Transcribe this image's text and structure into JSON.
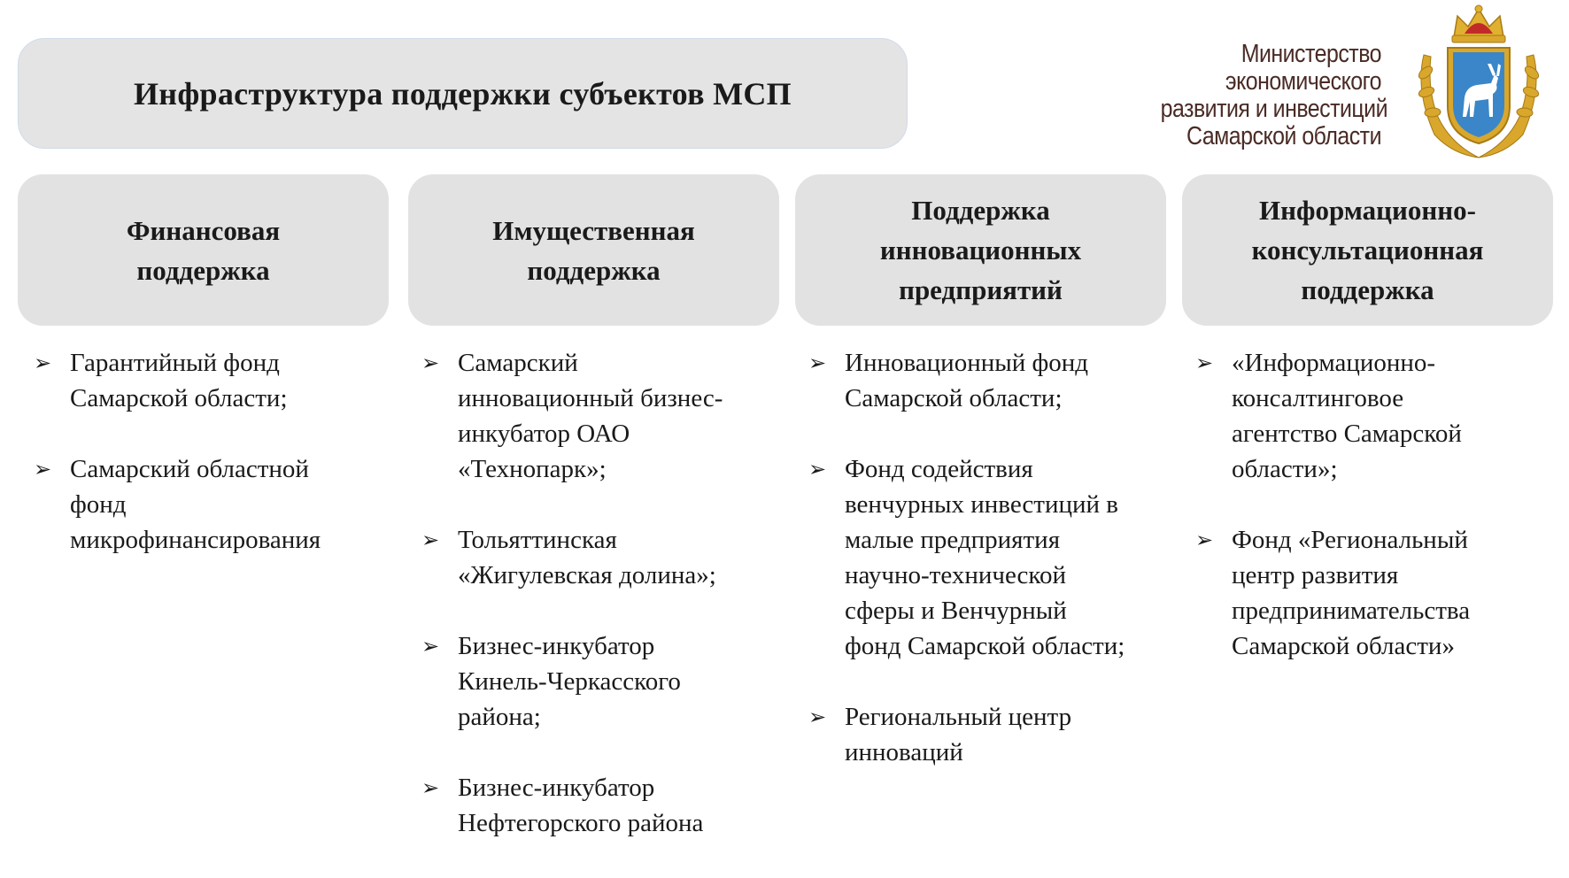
{
  "title": "Инфраструктура  поддержки субъектов МСП",
  "ministry": {
    "lines": [
      "Министерство",
      "экономического",
      "развития и инвестиций",
      "Самарской области"
    ]
  },
  "coat_of_arms": {
    "icon": "coat-of-arms-icon",
    "colors": {
      "shield": "#3a86c8",
      "gold": "#e0b130",
      "crown": "#c22a2a"
    }
  },
  "columns": [
    {
      "header": "Финансовая\nподдержка",
      "items": [
        "Гарантийный  фонд\nСамарской области;",
        "Самарский областной\nфонд\nмикрофинансирования"
      ]
    },
    {
      "header": "Имущественная\nподдержка",
      "items": [
        "Самарский\nинновационный  бизнес-\nинкубатор ОАО\n«Технопарк»;",
        "Тольяттинская\n«Жигулевская долина»;",
        "Бизнес-инкубатор\nКинель-Черкасского\nрайона;",
        "Бизнес-инкубатор\nНефтегорского района"
      ]
    },
    {
      "header": "Поддержка\nинновационных\nпредприятий",
      "items": [
        "Инновационный  фонд\nСамарской области;",
        "Фонд содействия\nвенчурных инвестиций  в\nмалые предприятия\nнаучно-технической\nсферы  и Венчурный\nфонд Самарской области;",
        "Региональный центр\nинноваций"
      ]
    },
    {
      "header": "Информационно-\nконсультационная\nподдержка",
      "items": [
        "«Информационно-\nконсалтинговое\nагентство Самарской\nобласти»;",
        "Фонд «Региональный\nцентр развития\nпредпринимательства\nСамарской области»"
      ]
    }
  ],
  "bullet_glyph": "➢"
}
